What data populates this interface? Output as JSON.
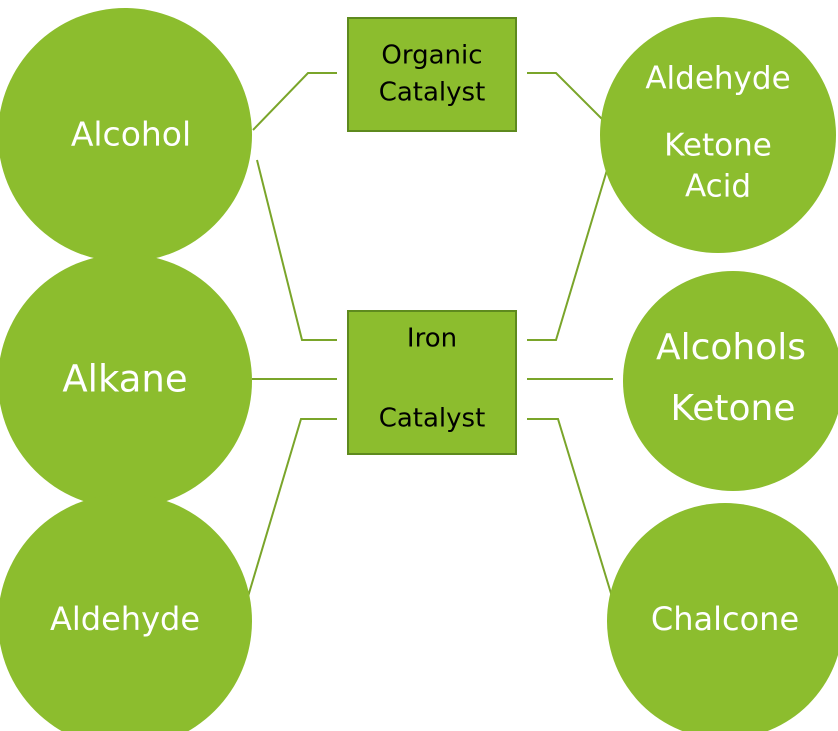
{
  "colors": {
    "node_fill": "#8cbd2e",
    "box_border": "#5e8a1e",
    "connector": "#7aa52a",
    "node_text": "#ffffff",
    "box_text": "#000000"
  },
  "substrates": {
    "alcohol": "Alcohol",
    "alkane": "Alkane",
    "aldehyde": "Aldehyde"
  },
  "catalysts": {
    "organic": [
      "Organic",
      "Catalyst"
    ],
    "iron": [
      "Iron",
      "Catalyst"
    ]
  },
  "products": {
    "aldehyde_ketone_acid": [
      "Aldehyde",
      "Ketone",
      "Acid"
    ],
    "alcohols_ketone": [
      "Alcohols",
      "Ketone"
    ],
    "chalcone": "Chalcone"
  }
}
